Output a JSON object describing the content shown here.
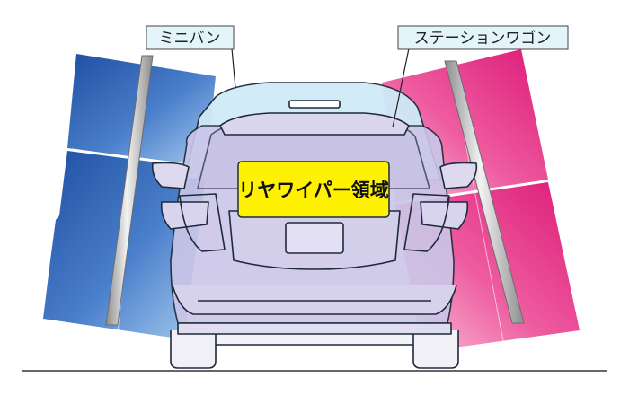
{
  "labels": {
    "minivan": "ミニバン",
    "station_wagon": "ステーションワゴン",
    "rear_wiper_area": "リヤワイパー領域"
  },
  "colors": {
    "blue_zone_dark": "#2456a8",
    "blue_zone_light": "#8db8e8",
    "pink_zone_dark": "#e0207a",
    "pink_zone_light": "#f7b5d3",
    "minivan_overlay": "#cfeaf7",
    "wagon_overlay": "#c9c4e6",
    "wiper_area_fill": "#fff200",
    "callout_fill": "#e4f4fb",
    "pole": "#b9b9b9",
    "outline": "#1e2a3a"
  },
  "icons": [
    "rear-view-car-outline",
    "parking-pole",
    "wiper-area-highlight"
  ]
}
